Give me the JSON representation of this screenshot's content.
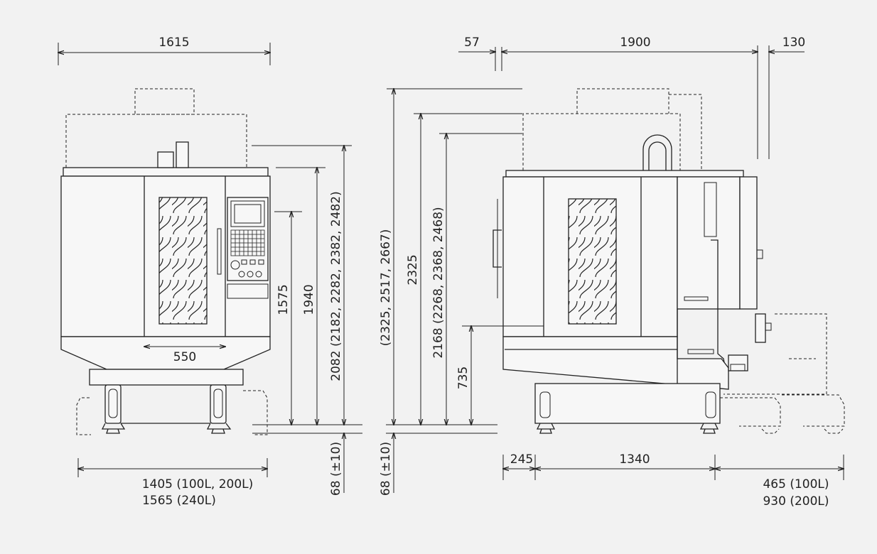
{
  "front_view": {
    "width_top": "1615",
    "door_width": "550",
    "height_1575": "1575",
    "height_1940": "1940",
    "height_total": "2082 (2182, 2282, 2382, 2482)",
    "base_width_line1": "1405 (100L, 200L)",
    "base_width_line2": "1565 (240L)",
    "leveling_height": "68 (±10)"
  },
  "side_view": {
    "dim_57": "57",
    "dim_1900": "1900",
    "dim_130": "130",
    "height_max": "(2325, 2517, 2667)",
    "height_2325": "2325",
    "height_2168": "2168 (2268, 2368, 2468)",
    "height_735": "735",
    "leveling_height": "68 (±10)",
    "dim_245": "245",
    "dim_1340": "1340",
    "tank_line1": "465 (100L)",
    "tank_line2": "930 (200L)"
  }
}
